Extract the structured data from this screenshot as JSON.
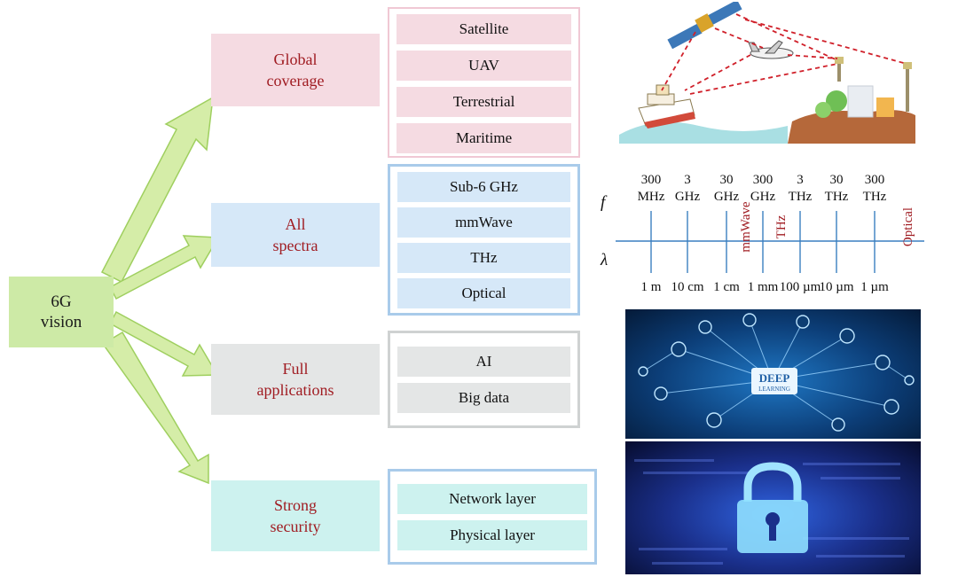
{
  "hub": {
    "line1": "6G",
    "line2": "vision"
  },
  "categories": [
    {
      "line1": "Global",
      "line2": "coverage"
    },
    {
      "line1": "All",
      "line2": "spectra"
    },
    {
      "line1": "Full",
      "line2": "applications"
    },
    {
      "line1": "Strong",
      "line2": "security"
    }
  ],
  "groups": {
    "coverage": [
      "Satellite",
      "UAV",
      "Terrestrial",
      "Maritime"
    ],
    "spectra": [
      "Sub-6 GHz",
      "mmWave",
      "THz",
      "Optical"
    ],
    "applications": [
      "AI",
      "Big data"
    ],
    "security": [
      "Network layer",
      "Physical layer"
    ]
  },
  "spectrum": {
    "f_symbol": "f",
    "lambda_symbol": "λ",
    "freq_values": [
      "300",
      "3",
      "30",
      "300",
      "3",
      "30",
      "300"
    ],
    "freq_units": [
      "MHz",
      "GHz",
      "GHz",
      "GHz",
      "THz",
      "THz",
      "THz"
    ],
    "wavelengths": [
      "1 m",
      "10 cm",
      "1 cm",
      "1 mm",
      "100 µm",
      "10 µm",
      "1 µm"
    ],
    "bands": [
      "mmWave",
      "THz",
      "Optical"
    ]
  },
  "deep_learning_badge": {
    "line1": "DEEP",
    "line2": "LEARNING"
  },
  "colors": {
    "coverage": "#f5dbe2",
    "coverage_border": "#f0c8d4",
    "spectra": "#d6e8f8",
    "spectra_border": "#a9cbea",
    "applications": "#e4e6e6",
    "applications_border": "#cfd2d2",
    "security": "#cdf2ef",
    "security_border": "#a9cbea",
    "label_red": "#a01c22",
    "arrow_fill": "#d5eda8",
    "arrow_stroke": "#9fcf5f"
  }
}
